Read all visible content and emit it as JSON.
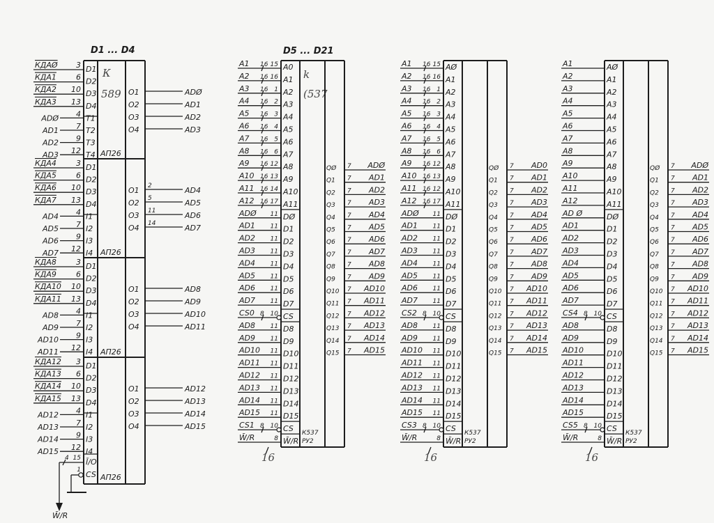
{
  "buffer_block": {
    "title": "D1 ... D4",
    "chip_note": [
      "К",
      "589"
    ],
    "sections": [
      {
        "label": "АП26",
        "inputs": [
          [
            "D1",
            "КДАØ",
            "3"
          ],
          [
            "D2",
            "КДА1",
            "6"
          ],
          [
            "D3",
            "КДА2",
            "10"
          ],
          [
            "D4",
            "КДА3",
            "13"
          ],
          [
            "T1",
            "ADØ",
            "4"
          ],
          [
            "T2",
            "AD1",
            "7"
          ],
          [
            "T3",
            "AD2",
            "9"
          ],
          [
            "T4",
            "AD3",
            "12"
          ]
        ],
        "outputs": [
          [
            "O1",
            "",
            "ADØ"
          ],
          [
            "O2",
            "",
            "AD1"
          ],
          [
            "O3",
            "",
            "AD2"
          ],
          [
            "O4",
            "",
            "AD3"
          ]
        ]
      },
      {
        "label": "АП26",
        "inputs": [
          [
            "D1",
            "КДА4",
            "3"
          ],
          [
            "D2",
            "КДА5",
            "6"
          ],
          [
            "D3",
            "КДА6",
            "10"
          ],
          [
            "D4",
            "КДА7",
            "13"
          ],
          [
            "I1",
            "AD4",
            "4"
          ],
          [
            "I2",
            "AD5",
            "7"
          ],
          [
            "I3",
            "AD6",
            "9"
          ],
          [
            "I4",
            "AD7",
            "12"
          ]
        ],
        "outputs": [
          [
            "O1",
            "2",
            "AD4"
          ],
          [
            "O2",
            "5",
            "AD5"
          ],
          [
            "O3",
            "11",
            "AD6"
          ],
          [
            "O4",
            "14",
            "AD7"
          ]
        ]
      },
      {
        "label": "АП26",
        "inputs": [
          [
            "D1",
            "КДА8",
            "3"
          ],
          [
            "D2",
            "КДА9",
            "6"
          ],
          [
            "D3",
            "КДА10",
            "10"
          ],
          [
            "D4",
            "КДА11",
            "13"
          ],
          [
            "I1",
            "AD8",
            "4"
          ],
          [
            "I2",
            "AD9",
            "7"
          ],
          [
            "I3",
            "AD10",
            "9"
          ],
          [
            "I4",
            "AD11",
            "12"
          ]
        ],
        "outputs": [
          [
            "O1",
            "",
            "AD8"
          ],
          [
            "O2",
            "",
            "AD9"
          ],
          [
            "O3",
            "",
            "AD10"
          ],
          [
            "O4",
            "",
            "AD11"
          ]
        ]
      },
      {
        "label": "АП26",
        "inputs": [
          [
            "D1",
            "КДА12",
            "3"
          ],
          [
            "D2",
            "КДА13",
            "6"
          ],
          [
            "D3",
            "КДА14",
            "10"
          ],
          [
            "D4",
            "КДА15",
            "13"
          ],
          [
            "I1",
            "AD12",
            "4"
          ],
          [
            "I2",
            "AD13",
            "7"
          ],
          [
            "I3",
            "AD14",
            "9"
          ],
          [
            "I4",
            "AD15",
            "12"
          ]
        ],
        "outputs": [
          [
            "O1",
            "",
            "AD12"
          ],
          [
            "O2",
            "",
            "AD13"
          ],
          [
            "O3",
            "",
            "AD14"
          ],
          [
            "O4",
            "",
            "AD15"
          ]
        ]
      }
    ],
    "io": {
      "pin_name": "Ī/O",
      "pin": "15",
      "bus": "4"
    },
    "cs": {
      "pin_name": "CS",
      "pin": "1"
    },
    "wr_label": "W̄/R"
  },
  "memory_blocks": [
    {
      "title": "D5 ... D21",
      "chip_note": [
        "k",
        "(537"
      ],
      "chip": [
        "К537",
        "РУ2"
      ],
      "bus_width": "16",
      "rows": [
        [
          "A0",
          "A1",
          "16",
          "15"
        ],
        [
          "A1",
          "A2",
          "16",
          "16"
        ],
        [
          "A2",
          "A3",
          "16",
          "1"
        ],
        [
          "A3",
          "A4",
          "16",
          "2"
        ],
        [
          "A4",
          "A5",
          "16",
          "3"
        ],
        [
          "A5",
          "A6",
          "16",
          "4"
        ],
        [
          "A6",
          "A7",
          "16",
          "5"
        ],
        [
          "A7",
          "A8",
          "16",
          "6"
        ],
        [
          "A8",
          "A9",
          "16",
          "12"
        ],
        [
          "A9",
          "A10",
          "16",
          "13"
        ],
        [
          "A10",
          "A11",
          "16",
          "14"
        ],
        [
          "A11",
          "A12",
          "16",
          "17"
        ],
        [
          "DØ",
          "ADØ",
          "",
          "11"
        ],
        [
          "D1",
          "AD1",
          "",
          "11"
        ],
        [
          "D2",
          "AD2",
          "",
          "11"
        ],
        [
          "D3",
          "AD3",
          "",
          "11"
        ],
        [
          "D4",
          "AD4",
          "",
          "11"
        ],
        [
          "D5",
          "AD5",
          "",
          "11"
        ],
        [
          "D6",
          "AD6",
          "",
          "11"
        ],
        [
          "D7",
          "AD7",
          "",
          "11"
        ],
        [
          "CS",
          "CS0",
          "8",
          "10"
        ],
        [
          "D8",
          "AD8",
          "",
          "11"
        ],
        [
          "D9",
          "AD9",
          "",
          "11"
        ],
        [
          "D10",
          "AD10",
          "",
          "11"
        ],
        [
          "D11",
          "AD11",
          "",
          "11"
        ],
        [
          "D12",
          "AD12",
          "",
          "11"
        ],
        [
          "D13",
          "AD13",
          "",
          "11"
        ],
        [
          "D14",
          "AD14",
          "",
          "11"
        ],
        [
          "D15",
          "AD15",
          "",
          "11"
        ],
        [
          "CS",
          "CS1",
          "8",
          "10"
        ],
        [
          "W̄/R",
          "W̄/R",
          "",
          "8"
        ]
      ],
      "outputs": [
        [
          "QØ",
          "7",
          "ADØ"
        ],
        [
          "Q1",
          "7",
          "AD1"
        ],
        [
          "Q2",
          "7",
          "AD2"
        ],
        [
          "Q3",
          "7",
          "AD3"
        ],
        [
          "Q4",
          "7",
          "AD4"
        ],
        [
          "Q5",
          "7",
          "AD5"
        ],
        [
          "Q6",
          "7",
          "AD6"
        ],
        [
          "Q7",
          "7",
          "AD7"
        ],
        [
          "Q8",
          "7",
          "AD8"
        ],
        [
          "Q9",
          "7",
          "AD9"
        ],
        [
          "Q10",
          "7",
          "AD10"
        ],
        [
          "Q11",
          "7",
          "AD11"
        ],
        [
          "Q12",
          "7",
          "AD12"
        ],
        [
          "Q13",
          "7",
          "AD13"
        ],
        [
          "Q14",
          "7",
          "AD14"
        ],
        [
          "Q15",
          "7",
          "AD15"
        ]
      ]
    },
    {
      "title": "",
      "chip_note": [],
      "chip": [
        "К537",
        "РУ2"
      ],
      "bus_width": "16",
      "rows": [
        [
          "AØ",
          "A1",
          "16",
          "15"
        ],
        [
          "A1",
          "A2",
          "16",
          "16"
        ],
        [
          "A2",
          "A3",
          "16",
          "1"
        ],
        [
          "A3",
          "A4",
          "16",
          "2"
        ],
        [
          "A4",
          "A5",
          "16",
          "3"
        ],
        [
          "A5",
          "A6",
          "16",
          "4"
        ],
        [
          "A6",
          "A7",
          "16",
          "5"
        ],
        [
          "A7",
          "A8",
          "16",
          "6"
        ],
        [
          "A8",
          "A9",
          "16",
          "12"
        ],
        [
          "A9",
          "A10",
          "16",
          "13"
        ],
        [
          "A10",
          "A11",
          "16",
          "12"
        ],
        [
          "A11",
          "A12",
          "16",
          "17"
        ],
        [
          "DØ",
          "ADØ",
          "",
          "11"
        ],
        [
          "D1",
          "AD1",
          "",
          "11"
        ],
        [
          "D2",
          "AD2",
          "",
          "11"
        ],
        [
          "D3",
          "AD3",
          "",
          "11"
        ],
        [
          "D4",
          "AD4",
          "",
          "11"
        ],
        [
          "D5",
          "AD5",
          "",
          "11"
        ],
        [
          "D6",
          "AD6",
          "",
          "11"
        ],
        [
          "D7",
          "AD7",
          "",
          "11"
        ],
        [
          "CS",
          "CS2",
          "8",
          "10"
        ],
        [
          "D8",
          "AD8",
          "",
          "11"
        ],
        [
          "D9",
          "AD9",
          "",
          "11"
        ],
        [
          "D10",
          "AD10",
          "",
          "11"
        ],
        [
          "D11",
          "AD11",
          "",
          "11"
        ],
        [
          "D12",
          "AD12",
          "",
          "11"
        ],
        [
          "D13",
          "AD13",
          "",
          "11"
        ],
        [
          "D14",
          "AD14",
          "",
          "11"
        ],
        [
          "D15",
          "AD15",
          "",
          "11"
        ],
        [
          "CS",
          "CS3",
          "8",
          "10"
        ],
        [
          "W̄/R",
          "W̄/R",
          "",
          "8"
        ]
      ],
      "outputs": [
        [
          "QØ",
          "7",
          "AD0"
        ],
        [
          "Q1",
          "7",
          "AD1"
        ],
        [
          "Q2",
          "7",
          "AD2"
        ],
        [
          "Q3",
          "7",
          "AD3"
        ],
        [
          "Q4",
          "7",
          "AD4"
        ],
        [
          "Q5",
          "7",
          "AD5"
        ],
        [
          "Q6",
          "7",
          "AD6"
        ],
        [
          "Q7",
          "7",
          "AD7"
        ],
        [
          "Q8",
          "7",
          "AD8"
        ],
        [
          "Q9",
          "7",
          "AD9"
        ],
        [
          "Q10",
          "7",
          "AD10"
        ],
        [
          "Q11",
          "7",
          "AD11"
        ],
        [
          "Q12",
          "7",
          "AD12"
        ],
        [
          "Q13",
          "7",
          "AD13"
        ],
        [
          "Q14",
          "7",
          "AD14"
        ],
        [
          "Q15",
          "7",
          "AD15"
        ]
      ]
    },
    {
      "title": "",
      "chip_note": [],
      "chip": [
        "К537",
        "РУ2"
      ],
      "bus_width": "16",
      "rows": [
        [
          "AØ",
          "A1",
          "",
          ""
        ],
        [
          "A1",
          "A2",
          "",
          ""
        ],
        [
          "A2",
          "A3",
          "",
          ""
        ],
        [
          "A3",
          "A4",
          "",
          ""
        ],
        [
          "A4",
          "A5",
          "",
          ""
        ],
        [
          "A5",
          "A6",
          "",
          ""
        ],
        [
          "A6",
          "A7",
          "",
          ""
        ],
        [
          "A7",
          "A8",
          "",
          ""
        ],
        [
          "A8",
          "A9",
          "",
          ""
        ],
        [
          "A9",
          "A10",
          "",
          ""
        ],
        [
          "A10",
          "A11",
          "",
          ""
        ],
        [
          "A11",
          "A12",
          "",
          ""
        ],
        [
          "DØ",
          "AD Ø",
          "",
          ""
        ],
        [
          "D1",
          "AD1",
          "",
          ""
        ],
        [
          "D2",
          "AD2",
          "",
          ""
        ],
        [
          "D3",
          "AD3",
          "",
          ""
        ],
        [
          "D4",
          "AD4",
          "",
          ""
        ],
        [
          "D5",
          "AD5",
          "",
          ""
        ],
        [
          "D6",
          "AD6",
          "",
          ""
        ],
        [
          "D7",
          "AD7",
          "",
          ""
        ],
        [
          "CS",
          "CS4",
          "8",
          "10"
        ],
        [
          "D8",
          "AD8",
          "",
          ""
        ],
        [
          "D9",
          "AD9",
          "",
          ""
        ],
        [
          "D10",
          "AD10",
          "",
          ""
        ],
        [
          "D11",
          "AD11",
          "",
          ""
        ],
        [
          "D12",
          "AD12",
          "",
          ""
        ],
        [
          "D13",
          "AD13",
          "",
          ""
        ],
        [
          "D14",
          "AD14",
          "",
          ""
        ],
        [
          "D15",
          "AD15",
          "",
          ""
        ],
        [
          "CS",
          "CS5",
          "8",
          "10"
        ],
        [
          "W̄/R",
          "W̄/R",
          "",
          "8"
        ]
      ],
      "outputs": [
        [
          "QØ",
          "7",
          "ADØ"
        ],
        [
          "Q1",
          "7",
          "AD1"
        ],
        [
          "Q2",
          "7",
          "AD2"
        ],
        [
          "Q3",
          "7",
          "AD3"
        ],
        [
          "Q4",
          "7",
          "AD4"
        ],
        [
          "Q5",
          "7",
          "AD5"
        ],
        [
          "Q6",
          "7",
          "AD6"
        ],
        [
          "Q7",
          "7",
          "AD7"
        ],
        [
          "Q8",
          "7",
          "AD8"
        ],
        [
          "Q9",
          "7",
          "AD9"
        ],
        [
          "Q10",
          "7",
          "AD10"
        ],
        [
          "Q11",
          "7",
          "AD11"
        ],
        [
          "Q12",
          "7",
          "AD12"
        ],
        [
          "Q13",
          "7",
          "AD13"
        ],
        [
          "Q14",
          "7",
          "AD14"
        ],
        [
          "Q15",
          "7",
          "AD15"
        ]
      ]
    }
  ]
}
